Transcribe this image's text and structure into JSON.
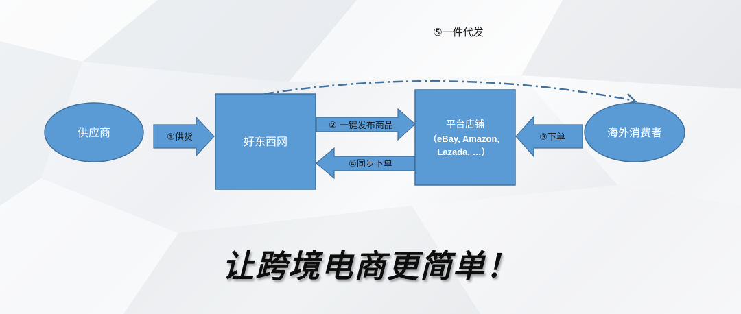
{
  "nodes": {
    "supplier": "供应商",
    "platform_hub": "好东西网",
    "store_title": "平台店铺",
    "store_line2": "（eBay, Amazon,",
    "store_line3": "Lazada, …）",
    "consumer": "海外消费者"
  },
  "flows": {
    "supply": "①供货",
    "publish": "② 一键发布商品",
    "order": "③下单",
    "sync_order": "④同步下单",
    "dropship": "⑤一件代发"
  },
  "slogan": "让跨境电商更简单！",
  "colors": {
    "shape_fill": "#5b9bd5",
    "shape_stroke": "#41719c",
    "dashed_arrow": "#41719c",
    "text_dark": "#1a1a1a",
    "text_light": "#ffffff"
  }
}
